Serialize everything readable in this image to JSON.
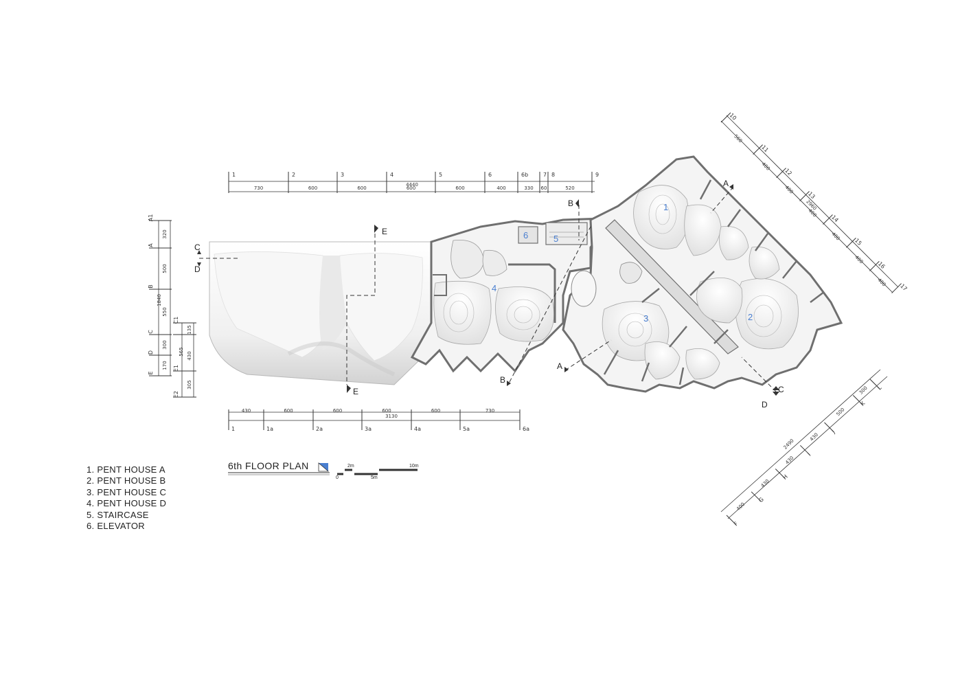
{
  "title": "6th FLOOR PLAN",
  "legend": [
    "1. PENT HOUSE A",
    "2. PENT HOUSE B",
    "3. PENT HOUSE C",
    "4. PENT HOUSE D",
    "5. STAIRCASE",
    "6. ELEVATOR"
  ],
  "scale_bar": {
    "zero": "0",
    "two": "2m",
    "five": "5m",
    "ten": "10m"
  },
  "top_grid": {
    "labels": [
      "1",
      "2",
      "3",
      "4",
      "5",
      "6",
      "6b",
      "7",
      "8",
      "9"
    ],
    "spans": [
      "730",
      "600",
      "600",
      "600",
      "600",
      "400",
      "330",
      "60",
      "520"
    ],
    "total": "4440"
  },
  "bottom_grid": {
    "labels": [
      "1",
      "1a",
      "2a",
      "3a",
      "4a",
      "5a",
      "6a"
    ],
    "spans": [
      "430",
      "600",
      "600",
      "600",
      "600",
      "730"
    ],
    "total": "3130"
  },
  "left_grid": {
    "labels": [
      "A1",
      "A",
      "B",
      "C",
      "D",
      "E"
    ],
    "spans": [
      "320",
      "500",
      "550",
      "300",
      "170"
    ],
    "total": "1840",
    "sub_labels": [
      "C1",
      "E1",
      "E2"
    ],
    "sub_spans": [
      "135",
      "565",
      "430",
      "305"
    ]
  },
  "diag_grid_top": {
    "labels": [
      "10",
      "11",
      "12",
      "13",
      "14",
      "15",
      "16",
      "17"
    ],
    "spans": [
      "560",
      "400",
      "400",
      "400",
      "400",
      "400",
      "400"
    ],
    "total": "2960"
  },
  "diag_grid_bottom": {
    "labels": [
      "F",
      "G",
      "H",
      "I",
      "J",
      "K",
      "L"
    ],
    "spans": [
      "400",
      "430",
      "430",
      "430",
      "500",
      "300"
    ],
    "total": "2490"
  },
  "section_markers": {
    "a": "A",
    "b": "B",
    "c": "C",
    "d": "D",
    "e": "E"
  },
  "room_numbers": {
    "r1": "1",
    "r2": "2",
    "r3": "3",
    "r4": "4",
    "r5": "5",
    "r6": "6"
  },
  "colors": {
    "line": "#333333",
    "wall": "#8a8a8a",
    "room_number": "#4a7fd0",
    "surface": "#f2f2f2"
  }
}
